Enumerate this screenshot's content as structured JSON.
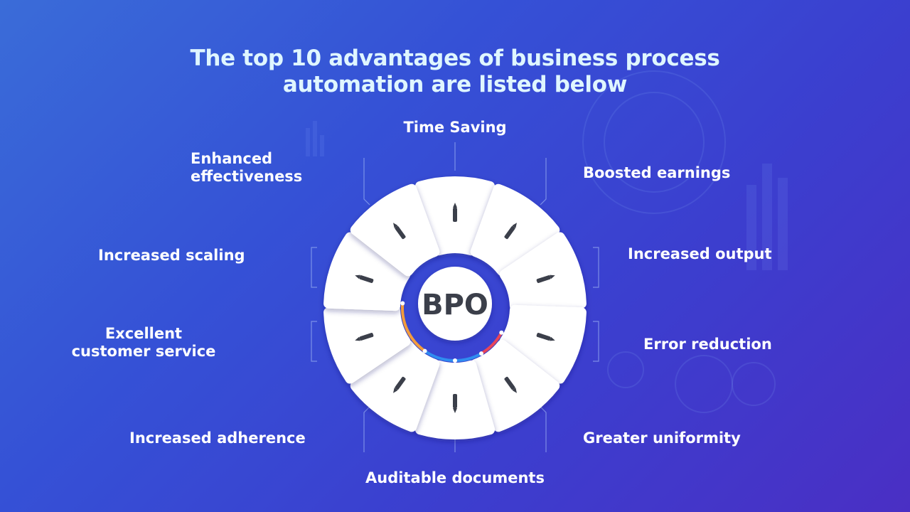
{
  "title": {
    "line1": "The top 10 advantages of business process",
    "line2": "automation are listed below"
  },
  "center_label": "BPO",
  "advantages": [
    {
      "label": "Time Saving"
    },
    {
      "label": "Boosted earnings"
    },
    {
      "label": "Increased output"
    },
    {
      "label": "Error reduction"
    },
    {
      "label": "Greater uniformity"
    },
    {
      "label": "Auditable documents"
    },
    {
      "label": "Increased adherence"
    },
    {
      "label_line1": "Excellent",
      "label_line2": "customer service"
    },
    {
      "label": "Increased scaling"
    },
    {
      "label_line1": "Enhanced",
      "label_line2": "effectiveness"
    }
  ],
  "colors": {
    "background_start": "#3a6cd8",
    "background_end": "#4a2fc4",
    "title": "#dff6ff",
    "segment": "#ffffff",
    "pen_icon": "#3b3f4a",
    "arc_orange": "#f39c3c",
    "arc_blue": "#2f8cf0",
    "arc_red": "#e8455a"
  }
}
